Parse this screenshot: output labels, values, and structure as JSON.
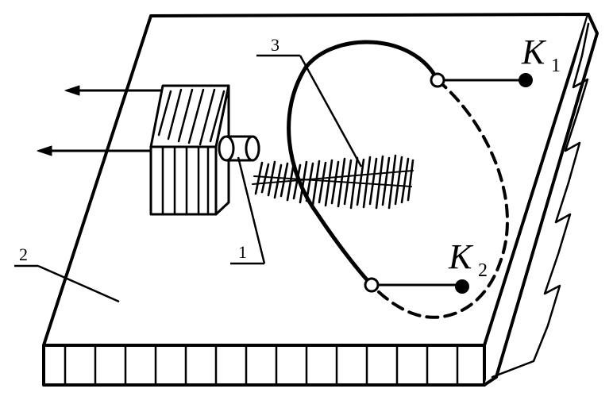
{
  "labels": {
    "part_1": "1",
    "part_2": "2",
    "part_3": "3",
    "k1_main": "K",
    "k1_sub": "1",
    "k2_main": "K",
    "k2_sub": "2"
  }
}
